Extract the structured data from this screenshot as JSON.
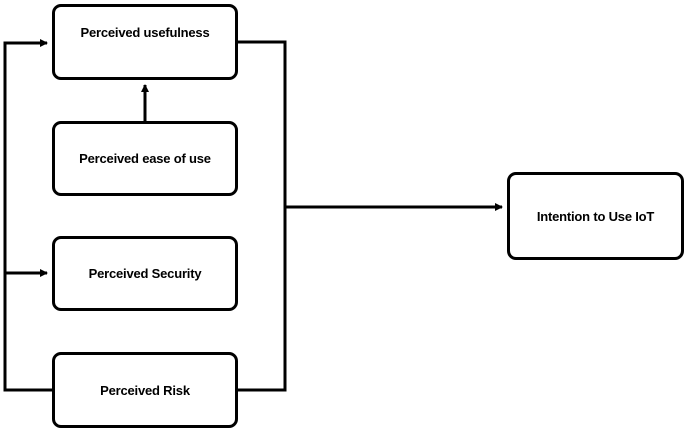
{
  "diagram": {
    "nodes": {
      "usefulness": "Perceived usefulness",
      "ease_of_use": "Perceived ease of use",
      "security": "Perceived Security",
      "risk": "Perceived Risk",
      "intention": "Intention to Use IoT"
    },
    "edges": [
      {
        "from": "ease_of_use",
        "to": "usefulness"
      },
      {
        "from": "risk",
        "to": "usefulness"
      },
      {
        "from": "risk",
        "to": "security"
      },
      {
        "from": "usefulness",
        "to": "intention"
      },
      {
        "from": "risk",
        "to": "intention"
      }
    ],
    "colors": {
      "stroke": "#000000",
      "fill": "#ffffff",
      "text": "#000000"
    }
  }
}
